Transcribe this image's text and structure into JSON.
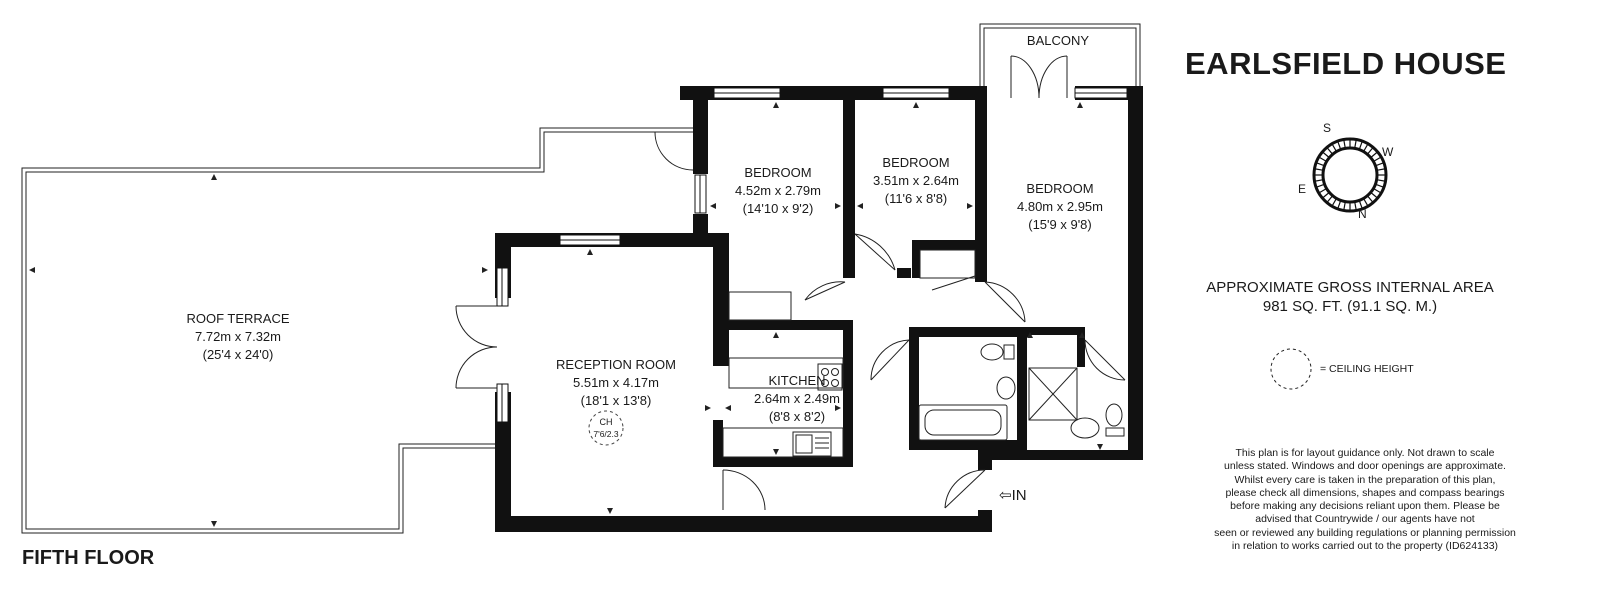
{
  "property_name": "EARLSFIELD HOUSE",
  "floor_label": "FIFTH FLOOR",
  "area": {
    "heading": "APPROXIMATE GROSS INTERNAL AREA",
    "value": "981 SQ. FT. (91.1 SQ. M.)"
  },
  "legend": {
    "ceiling_height": "= CEILING HEIGHT"
  },
  "compass": {
    "s": "S",
    "w": "W",
    "e": "E",
    "n": "N"
  },
  "rooms": {
    "roof_terrace": {
      "name": "ROOF TERRACE",
      "metric": "7.72m x 7.32m",
      "imperial": "(25'4 x 24'0)"
    },
    "reception": {
      "name": "RECEPTION ROOM",
      "metric": "5.51m x 4.17m",
      "imperial": "(18'1 x 13'8)"
    },
    "kitchen": {
      "name": "KITCHEN",
      "metric": "2.64m x 2.49m",
      "imperial": "(8'8 x 8'2)"
    },
    "bedroom1": {
      "name": "BEDROOM",
      "metric": "4.52m x 2.79m",
      "imperial": "(14'10 x 9'2)"
    },
    "bedroom2": {
      "name": "BEDROOM",
      "metric": "3.51m x 2.64m",
      "imperial": "(11'6 x 8'8)"
    },
    "bedroom3": {
      "name": "BEDROOM",
      "metric": "4.80m x 2.95m",
      "imperial": "(15'9 x 9'8)"
    },
    "balcony": {
      "name": "BALCONY"
    }
  },
  "ceiling_marker": {
    "label": "CH",
    "value": "7'6/2.3"
  },
  "entrance": "⇦IN",
  "disclaimer": [
    "This plan is for layout guidance only. Not drawn to scale",
    "unless stated. Windows and door openings are approximate.",
    "Whilst every care is taken in the preparation of this plan,",
    "please check all dimensions, shapes and compass bearings",
    "before making any decisions reliant upon them. Please be",
    "advised that Countrywide / our agents have not",
    "seen or reviewed any building regulations or planning permission",
    "in relation to works carried out to the property (ID624133)"
  ]
}
